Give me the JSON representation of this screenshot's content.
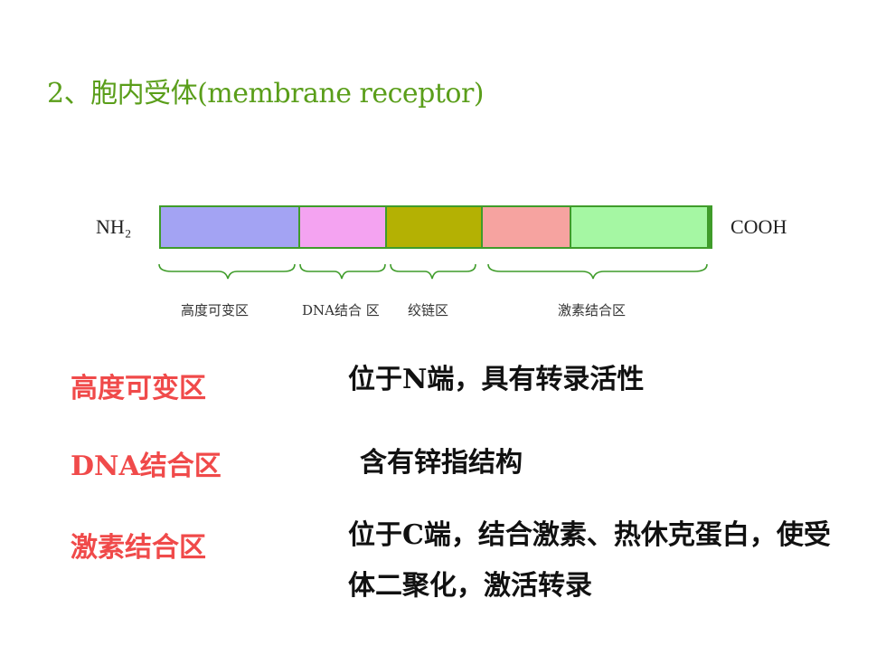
{
  "title": "2、胞内受体(membrane receptor)",
  "diagram": {
    "left_end": "NH₂",
    "right_end": "COOH",
    "segments": [
      {
        "name": "variable",
        "color": "#a3a3f3"
      },
      {
        "name": "dna-binding",
        "color": "#f4a3f1"
      },
      {
        "name": "hinge",
        "color": "#b4b103"
      },
      {
        "name": "hormone-a",
        "color": "#f6a3a0"
      },
      {
        "name": "hormone-b",
        "color": "#a5f7a3"
      }
    ],
    "region_labels": [
      "高度可变区",
      "DNA结合 区",
      "绞链区",
      "激素结合区"
    ]
  },
  "rows": [
    {
      "term": "高度可变区",
      "desc": "位于N端，具有转录活性"
    },
    {
      "term": "DNA结合区",
      "desc": "含有锌指结构"
    },
    {
      "term": "激素结合区",
      "desc": "位于C端，结合激素、热休克蛋白，使受体二聚化，激活转录"
    }
  ],
  "colors": {
    "title": "#5a9e1a",
    "term": "#f04a4a",
    "bar_border": "#3f9c2a"
  }
}
